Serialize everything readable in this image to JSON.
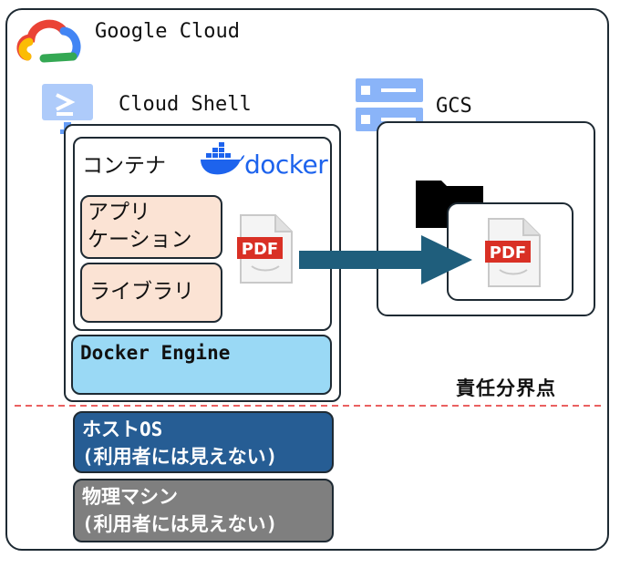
{
  "google_cloud": {
    "title": "Google Cloud"
  },
  "cloud_shell": {
    "title": "Cloud Shell"
  },
  "gcs": {
    "title": "GCS"
  },
  "container": {
    "label": "コンテナ",
    "docker_logo_text": "docker",
    "app": {
      "line1": "アプリ",
      "line2": "ケーション"
    },
    "library": "ライブラリ"
  },
  "engine": {
    "label": "Docker Engine"
  },
  "pdf_label": "PDF",
  "boundary": {
    "label": "責任分界点",
    "color": "#e32b2b"
  },
  "host_os": {
    "line1": "ホストOS",
    "line2": "(利用者には見えない)"
  },
  "physical_machine": {
    "line1": "物理マシン",
    "line2": "(利用者には見えない)"
  },
  "colors": {
    "app_fill": "#fbe3d4",
    "engine_fill": "#9ad9f5",
    "host_fill": "#265d94",
    "physical_fill": "#7f7f7f",
    "arrow": "#1f5e7c",
    "docker_blue": "#1d63ed",
    "gcs_icon": "#8ab4f8"
  }
}
